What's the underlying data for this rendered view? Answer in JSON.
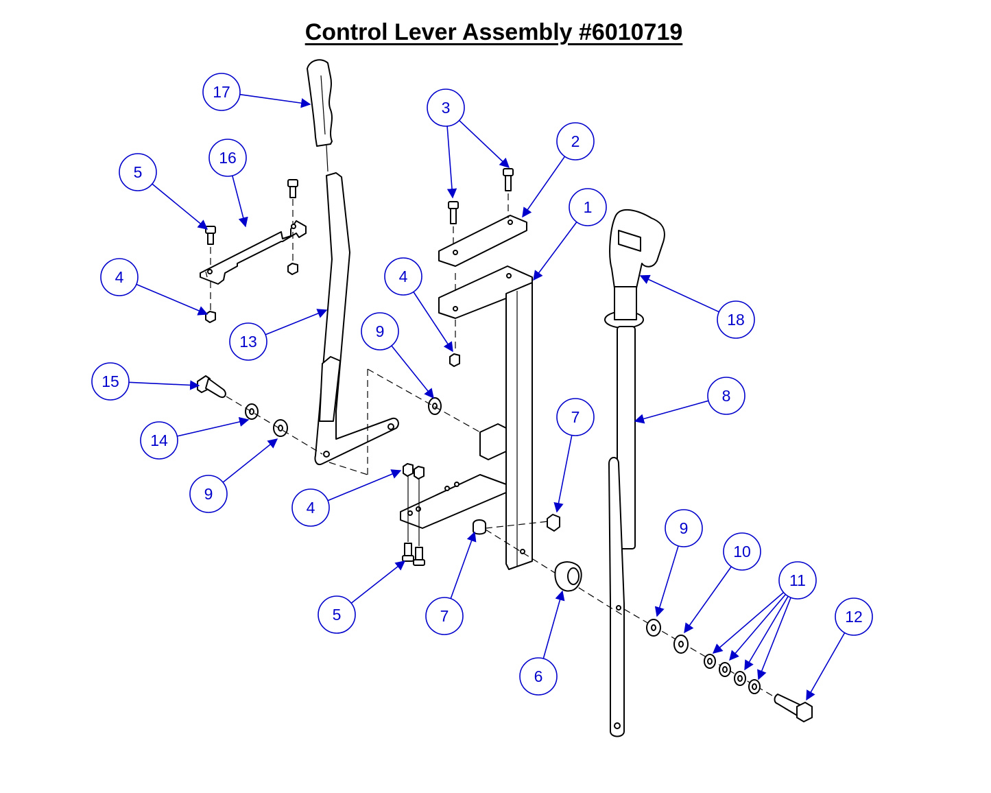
{
  "title": "Control Lever Assembly #6010719",
  "callouts": [
    "17",
    "16",
    "5",
    "4",
    "13",
    "15",
    "14",
    "9",
    "3",
    "2",
    "1",
    "4",
    "9",
    "18",
    "8",
    "7",
    "4",
    "5",
    "7",
    "6",
    "9",
    "10",
    "11",
    "12"
  ]
}
